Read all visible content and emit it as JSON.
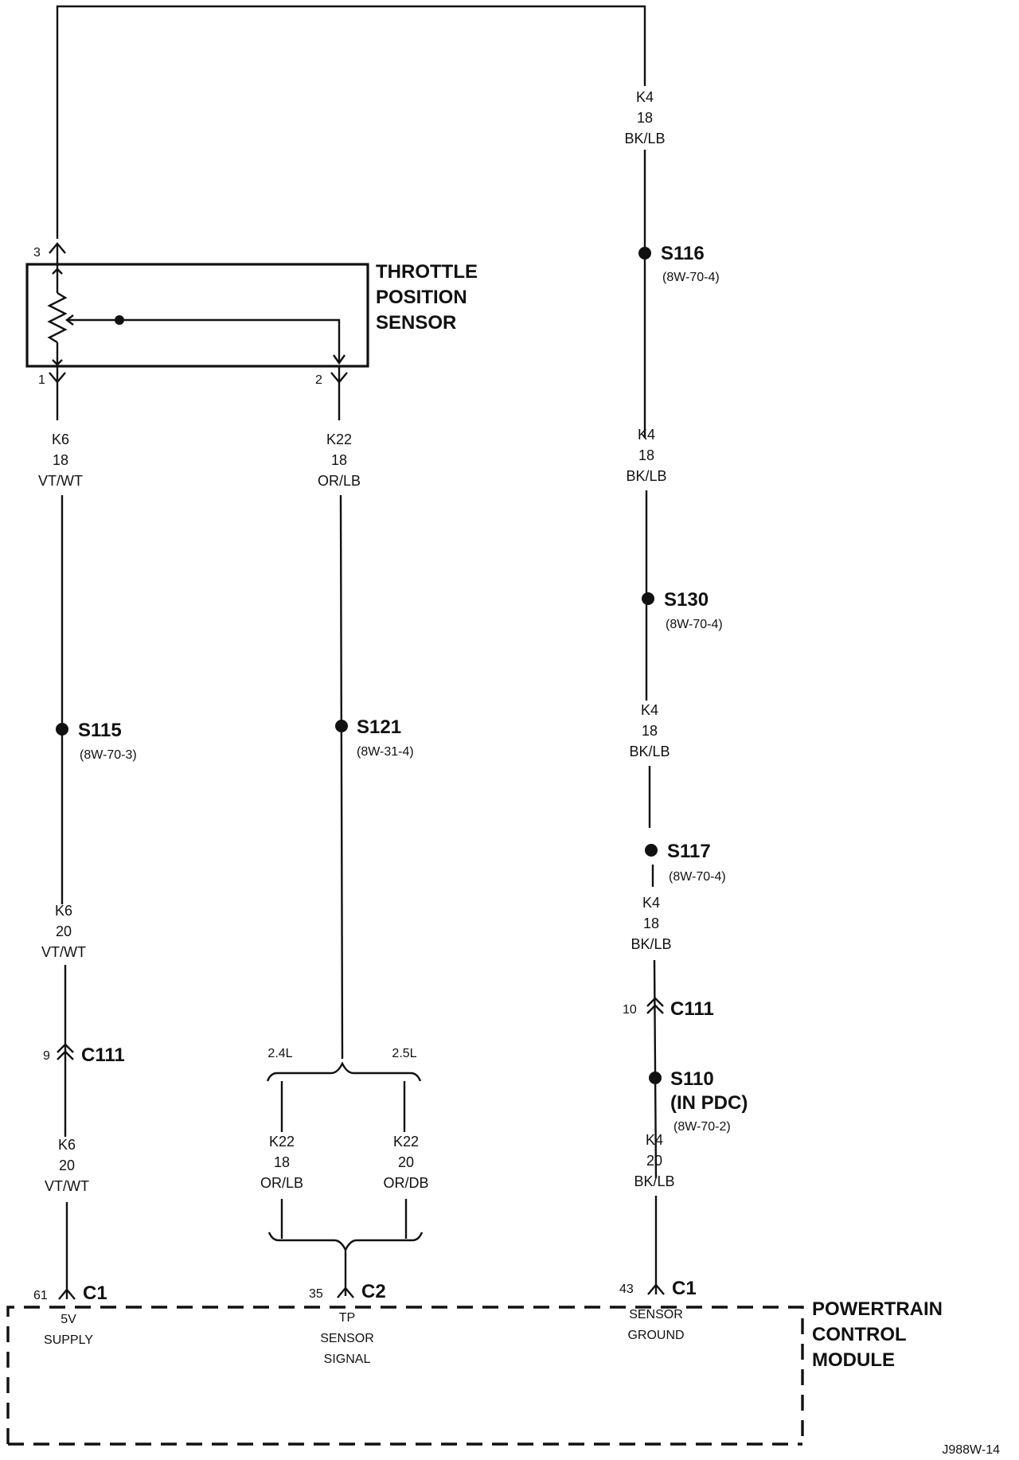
{
  "diagram_code": "J988W-14",
  "components": {
    "tps": {
      "title_1": "THROTTLE",
      "title_2": "POSITION",
      "title_3": "SENSOR",
      "pin_3": "3",
      "pin_1": "1",
      "pin_2": "2"
    },
    "pcm": {
      "title_1": "POWERTRAIN",
      "title_2": "CONTROL",
      "title_3": "MODULE"
    }
  },
  "top_wire": {
    "circuit": "K4",
    "gauge": "18",
    "color": "BK/LB"
  },
  "left_branch": {
    "wire1": {
      "circuit": "K6",
      "gauge": "18",
      "color": "VT/WT"
    },
    "splice": {
      "id": "S115",
      "ref": "(8W-70-3)"
    },
    "wire2": {
      "circuit": "K6",
      "gauge": "20",
      "color": "VT/WT"
    },
    "connector": {
      "pin": "9",
      "id": "C111"
    },
    "wire3": {
      "circuit": "K6",
      "gauge": "20",
      "color": "VT/WT"
    },
    "pcm_pin": {
      "pin": "61",
      "connector": "C1",
      "label_1": "5V",
      "label_2": "SUPPLY"
    }
  },
  "middle_branch": {
    "wire1": {
      "circuit": "K22",
      "gauge": "18",
      "color": "OR/LB"
    },
    "splice": {
      "id": "S121",
      "ref": "(8W-31-4)"
    },
    "option_left": "2.4L",
    "option_right": "2.5L",
    "wire_left": {
      "circuit": "K22",
      "gauge": "18",
      "color": "OR/LB"
    },
    "wire_right": {
      "circuit": "K22",
      "gauge": "20",
      "color": "OR/DB"
    },
    "pcm_pin": {
      "pin": "35",
      "connector": "C2",
      "label_1": "TP",
      "label_2": "SENSOR",
      "label_3": "SIGNAL"
    }
  },
  "right_branch": {
    "splice1": {
      "id": "S116",
      "ref": "(8W-70-4)"
    },
    "wire1": {
      "circuit": "K4",
      "gauge": "18",
      "color": "BK/LB"
    },
    "splice2": {
      "id": "S130",
      "ref": "(8W-70-4)"
    },
    "wire2": {
      "circuit": "K4",
      "gauge": "18",
      "color": "BK/LB"
    },
    "splice3": {
      "id": "S117",
      "ref": "(8W-70-4)"
    },
    "wire3": {
      "circuit": "K4",
      "gauge": "18",
      "color": "BK/LB"
    },
    "connector": {
      "pin": "10",
      "id": "C111"
    },
    "splice4": {
      "id": "S110",
      "sub": "(IN PDC)",
      "ref": "(8W-70-2)"
    },
    "wire4": {
      "circuit": "K4",
      "gauge": "20",
      "color": "BK/LB"
    },
    "pcm_pin": {
      "pin": "43",
      "connector": "C1",
      "label_1": "SENSOR",
      "label_2": "GROUND"
    }
  }
}
